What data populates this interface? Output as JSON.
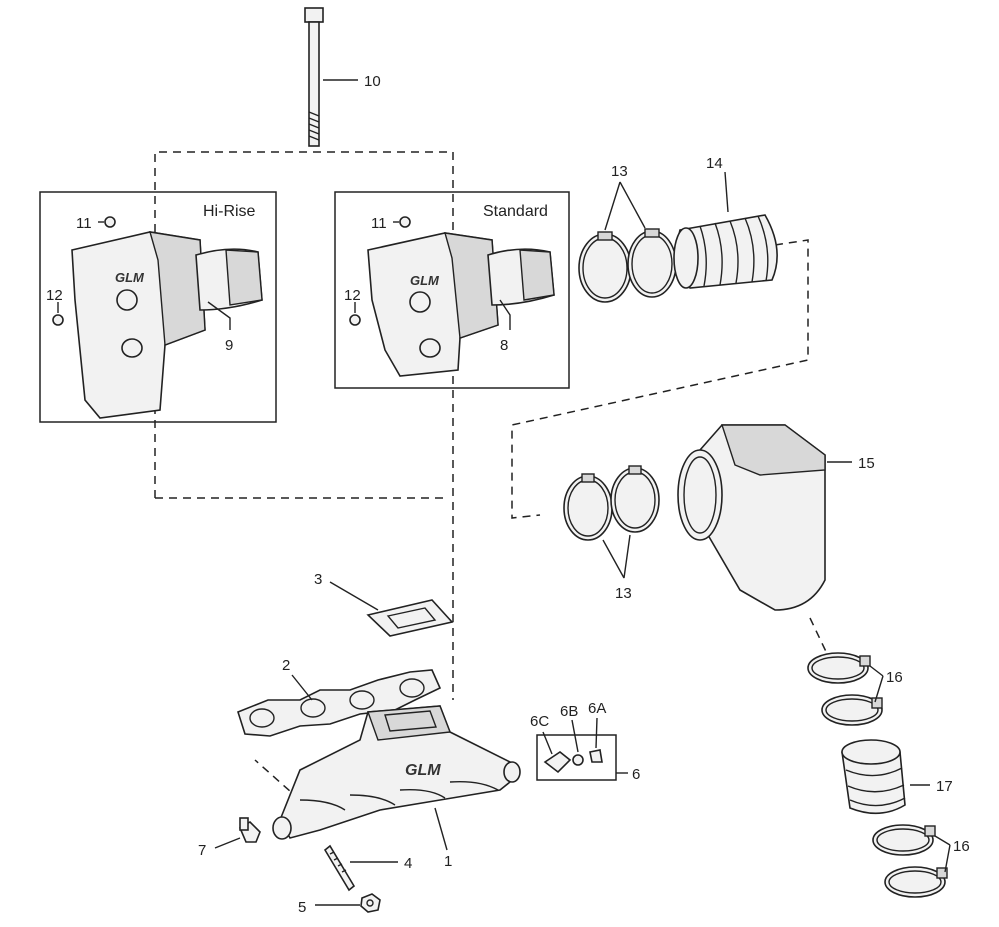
{
  "boxes": {
    "hi_rise_title": "Hi-Rise",
    "standard_title": "Standard"
  },
  "logo": {
    "text": "GLM"
  },
  "callouts": {
    "p1": "1",
    "p2": "2",
    "p3": "3",
    "p4": "4",
    "p5": "5",
    "p6": "6",
    "p6a": "6A",
    "p6b": "6B",
    "p6c": "6C",
    "p7": "7",
    "p8": "8",
    "p9": "9",
    "p10": "10",
    "p11_hirise": "11",
    "p11_standard": "11",
    "p12_hirise": "12",
    "p12_standard": "12",
    "p13_upper": "13",
    "p13_lower": "13",
    "p14": "14",
    "p15": "15",
    "p16_upper": "16",
    "p16_lower": "16",
    "p17": "17"
  },
  "colors": {
    "line": "#222222",
    "part_fill": "#f2f2f2",
    "shade": "#d8d8d8"
  }
}
